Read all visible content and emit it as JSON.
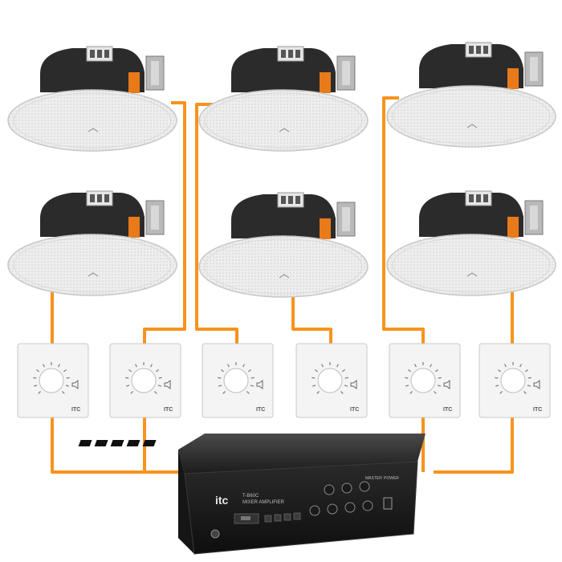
{
  "diagram": {
    "wire_color": "#f7931e",
    "speakers": [
      {
        "id": "speaker-1"
      },
      {
        "id": "speaker-2"
      },
      {
        "id": "speaker-3"
      },
      {
        "id": "speaker-4"
      },
      {
        "id": "speaker-5"
      },
      {
        "id": "speaker-6"
      }
    ],
    "volume_controls": [
      {
        "id": "vc-1",
        "brand": "ITC"
      },
      {
        "id": "vc-2",
        "brand": "ITC"
      },
      {
        "id": "vc-3",
        "brand": "ITC"
      },
      {
        "id": "vc-4",
        "brand": "ITC"
      },
      {
        "id": "vc-5",
        "brand": "ITC"
      },
      {
        "id": "vc-6",
        "brand": "ITC"
      }
    ],
    "amplifier": {
      "brand": "itc",
      "model_line": "T-B60C",
      "subtitle": "MIXER AMPLIFIER",
      "right_label": "MASTER",
      "right_label2": "POWER"
    }
  }
}
